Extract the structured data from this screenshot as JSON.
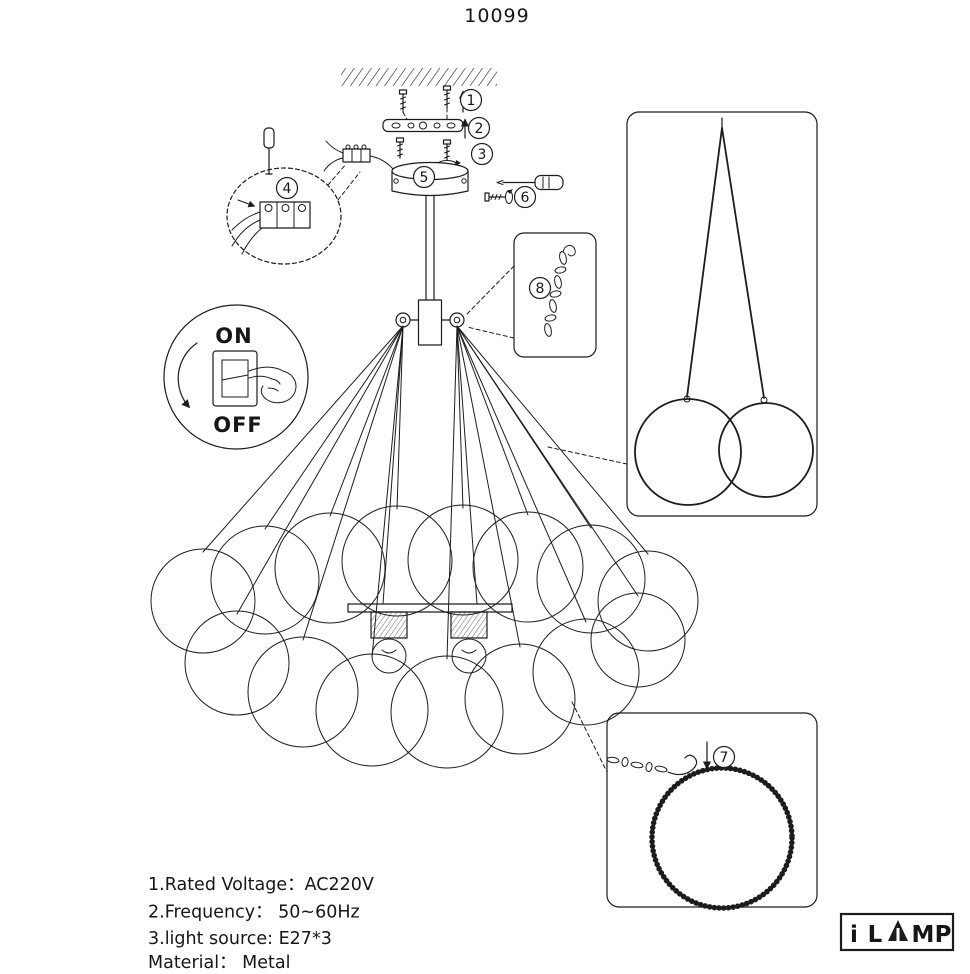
{
  "title": "10099",
  "steps": {
    "s1": "1",
    "s2": "2",
    "s3": "3",
    "s4": "4",
    "s5": "5",
    "s6": "6",
    "s7": "7",
    "s8": "8"
  },
  "switch_detail": {
    "on_label": "ON",
    "off_label": "OFF"
  },
  "specs": {
    "rated_voltage": "1.Rated Voltage：AC220V",
    "frequency": "2.Frequency：  50~60Hz",
    "light_source": "3.light source: E27*3",
    "material": "Material：  Metal"
  },
  "logo": {
    "letter_i": "i",
    "letter_l": "L",
    "letter_m": "M",
    "letter_p": "P"
  },
  "colors": {
    "ink": "#1c1c1c",
    "background": "#ffffff"
  }
}
